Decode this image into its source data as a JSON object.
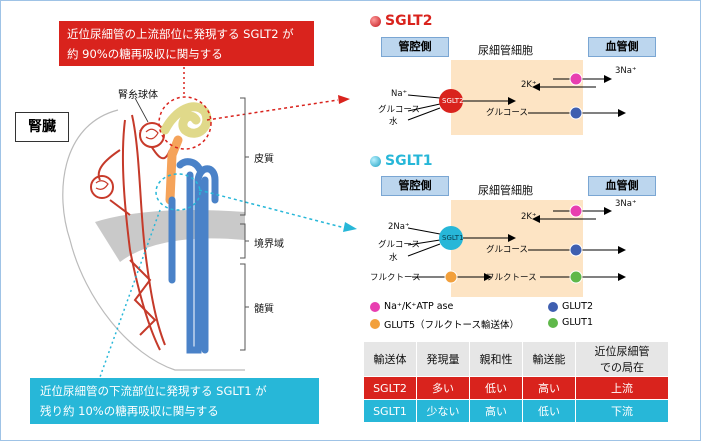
{
  "callouts": {
    "top": [
      "近位尿細管の上流部位に発現する SGLT2 が",
      "約 90%の糖再吸収に関与する"
    ],
    "bottom": [
      "近位尿細管の下流部位に発現する SGLT1 が",
      "残り約 10%の糖再吸収に関与する"
    ]
  },
  "kidney": {
    "box_label": "腎臓",
    "glomerulus_label": "腎糸球体",
    "zones": [
      "皮質",
      "境界域",
      "髄質"
    ]
  },
  "sglt2": {
    "title": "SGLT2",
    "lumen": "管腔側",
    "cell": "尿細管細胞",
    "blood": "血管側",
    "na": "Na⁺",
    "glucose": "グルコース",
    "water": "水",
    "transporter": "SGLT2",
    "glucose_in_cell": "グルコース",
    "k": "2K⁺",
    "na_out": "3Na⁺"
  },
  "sglt1": {
    "title": "SGLT1",
    "lumen": "管腔側",
    "cell": "尿細管細胞",
    "blood": "血管側",
    "na": "2Na⁺",
    "glucose": "グルコース",
    "water": "水",
    "transporter": "SGLT1",
    "glucose_in_cell": "グルコース",
    "fructose": "フルクトース",
    "fructose_in_cell": "フルクトース",
    "k": "2K⁺",
    "na_out": "3Na⁺"
  },
  "legend": {
    "atpase": "Na⁺/K⁺ATP ase",
    "glut2": "GLUT2",
    "glut5": "GLUT5（フルクトース輸送体）",
    "glut1": "GLUT1"
  },
  "table": {
    "headers": [
      "輸送体",
      "発現量",
      "親和性",
      "輸送能",
      "近位尿細管",
      "での局在"
    ],
    "rows": [
      [
        "SGLT2",
        "多い",
        "低い",
        "高い",
        "上流"
      ],
      [
        "SGLT1",
        "少ない",
        "高い",
        "低い",
        "下流"
      ]
    ]
  },
  "colors": {
    "red": "#d9231d",
    "cyan": "#27b7d8",
    "atpase": "#e83eb0",
    "glut2": "#3f5fb0",
    "glut5": "#f2a03c",
    "glut1": "#5fb84a"
  }
}
